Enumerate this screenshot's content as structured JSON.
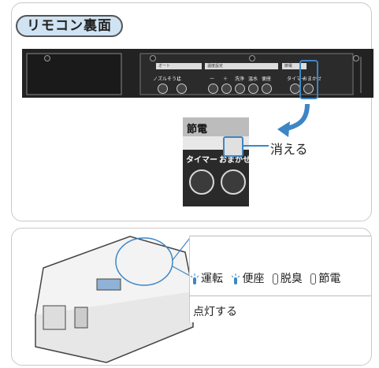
{
  "top_panel": {
    "title": "リモコン裏面",
    "remote": {
      "mode_labels": [
        "オート",
        "温度設定",
        "節電"
      ],
      "button_labels": [
        "ノズルそうじ",
        "止",
        "ー",
        "＋",
        "洗浄",
        "温水",
        "便座",
        "タイマー",
        "おまかせ"
      ]
    },
    "zoom": {
      "title": "節電",
      "label_timer": "タイマー",
      "label_auto": "おまかせ"
    },
    "callout": "消える"
  },
  "bottom_panel": {
    "indicators": [
      {
        "label": "運転",
        "state": "lit"
      },
      {
        "label": "便座",
        "state": "lit"
      },
      {
        "label": "脱臭",
        "state": "off"
      },
      {
        "label": "節電",
        "state": "off"
      }
    ],
    "status": "点灯する"
  },
  "colors": {
    "accent_blue": "#3d86c6",
    "pill_fill": "#cfe3f3"
  }
}
